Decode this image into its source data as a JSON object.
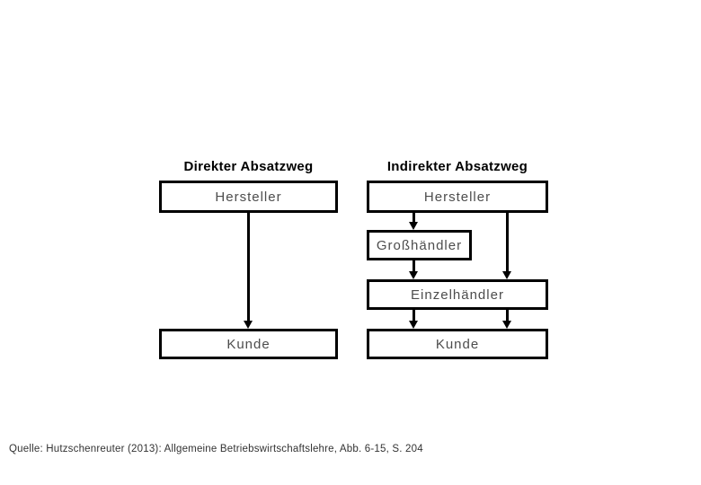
{
  "slide": {
    "direct": {
      "title": "Direkter Absatzweg",
      "hersteller": "Hersteller",
      "kunde": "Kunde"
    },
    "indirect": {
      "title": "Indirekter Absatzweg",
      "hersteller": "Hersteller",
      "grosshaendler": "Großhändler",
      "einzelhaendler": "Einzelhändler",
      "kunde": "Kunde"
    },
    "footer": "Quelle: Hutzschenreuter (2013): Allgemeine Betriebswirtschaftslehre, Abb. 6-15, S. 204",
    "colors": {
      "background": "#ffffff",
      "line": "#000000",
      "heading_text": "#000000",
      "box_text": "#4d4d4d",
      "footer_text": "#333333"
    }
  }
}
